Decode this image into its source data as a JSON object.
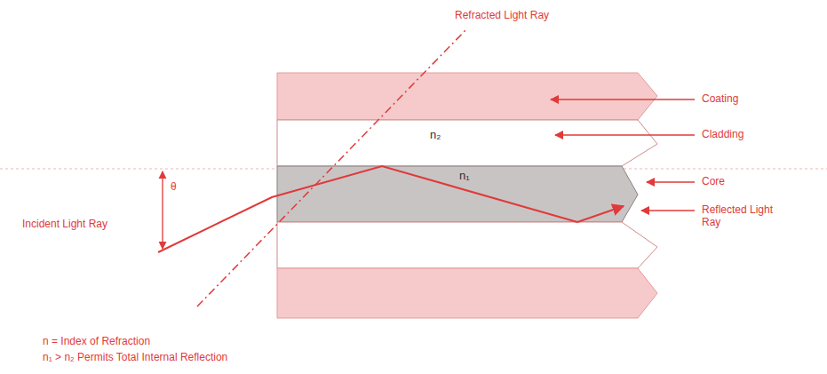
{
  "diagram": {
    "nodes": [
      {
        "text": [
          "n₂"
        ]
      },
      {
        "text": [
          "n₁"
        ]
      }
    ],
    "labels": [
      "Refracted Light Ray",
      "Coating",
      "Cladding",
      "Core",
      "Reflected Light Ray",
      "θ",
      "Incident Light Ray",
      "n = Index of Refraction",
      "n₁ > n₂ Permits Total Internal Reflection"
    ]
  }
}
